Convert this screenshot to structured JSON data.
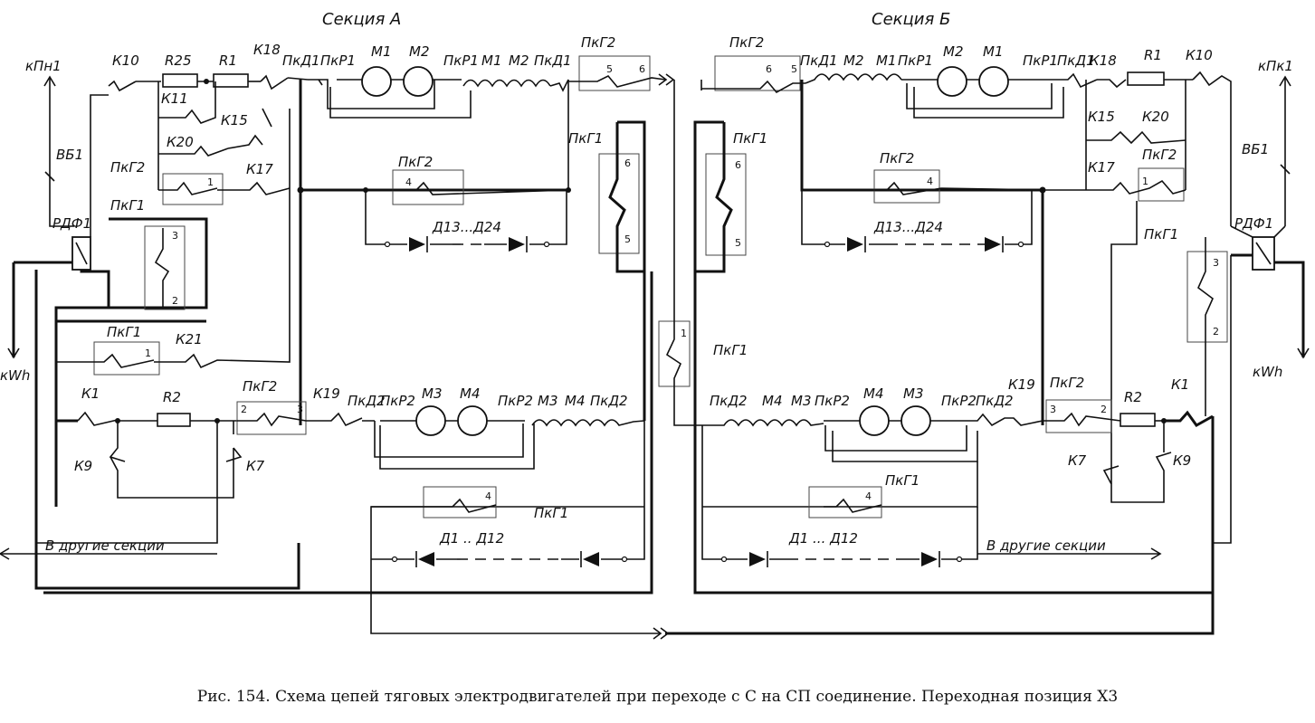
{
  "caption": "Рис. 154. Схема цепей тяговых электродвигателей при переходе с С на СП соединение. Переходная позиция Х3",
  "section_a": {
    "title": "Секция А",
    "ext_top": "кПн1",
    "ext_bottom": "кWh",
    "to_other": "В другие секции",
    "labels": {
      "k10": "К10",
      "r25": "R25",
      "r1": "R1",
      "k18": "К18",
      "k11": "К11",
      "k20": "К20",
      "k15": "К15",
      "k17": "К17",
      "vb1": "ВБ1",
      "pkg2_a": "ПкГ2",
      "pkg1_a": "ПкГ1",
      "rdf1": "РДФ1",
      "pkd1": "ПкД1",
      "pkr1": "ПкР1",
      "m1": "М1",
      "m2": "М2",
      "pkr1_b": "ПкР1",
      "m1_b": "М1",
      "m2_b": "М2",
      "pkd1_b": "ПкД1",
      "pkg2_top": "ПкГ2",
      "pkg1_r": "ПкГ1",
      "pkg2_mid": "ПкГ2",
      "d13": "Д13...Д24",
      "pkg1_k21": "ПкГ1",
      "k21": "К21",
      "k1": "К1",
      "r2": "R2",
      "pkg2_bot": "ПкГ2",
      "k19": "К19",
      "k9": "К9",
      "k7": "К7",
      "pkd2": "ПкД2",
      "pkr2": "ПкР2",
      "m3": "М3",
      "m4": "М4",
      "pkr2_b": "ПкР2",
      "m3_b": "М3",
      "m4_b": "М4",
      "pkd2_b": "ПкД2",
      "pkg1_bot": "ПкГ1",
      "d1": "Д1 .. Д12"
    }
  },
  "section_b": {
    "title": "Секция Б",
    "ext_top": "кПк1",
    "ext_bottom": "кWh",
    "to_other": "В другие секции",
    "labels": {
      "pkg2_top": "ПкГ2",
      "pkd1": "ПкД1",
      "m2": "М2",
      "m1": "М1",
      "pkr1": "ПкР1",
      "m2_b": "М2",
      "m1_b": "М1",
      "pkr1_b": "ПкР1",
      "pkd1_b": "ПкД1",
      "k18": "К18",
      "r1": "R1",
      "k10": "К10",
      "pkg1_l": "ПкГ1",
      "k15": "К15",
      "k20": "К20",
      "pkg2_r": "ПкГ2",
      "k17": "К17",
      "pkg2_mid": "ПкГ2",
      "vb1": "ВБ1",
      "rdf1": "РДФ1",
      "d13": "Д13...Д24",
      "pkg1_r": "ПкГ1",
      "pkg1_mid": "ПкГ1",
      "pkd2": "ПкД2",
      "m4": "М4",
      "m3": "М3",
      "pkr2": "ПкР2",
      "m4_b": "М4",
      "m3_b": "М3",
      "pkr2_b": "ПкР2",
      "pkd2_b": "ПкД2",
      "k19": "К19",
      "pkg2_bot": "ПкГ2",
      "r2": "R2",
      "k1": "К1",
      "k7": "К7",
      "k9": "К9",
      "pkg1_bot": "ПкГ1",
      "d1": "Д1 ... Д12"
    }
  },
  "contact_numbers": {
    "a_pkg2_top_l": "5",
    "a_pkg2_top_r": "6",
    "a_pkg2_k17": "1",
    "a_pkg1_left_t": "3",
    "a_pkg1_left_b": "2",
    "a_pkg1_right_t": "6",
    "a_pkg1_right_b": "5",
    "a_pkg2_mid": "4",
    "a_pkg1_k21": "1",
    "a_pkg2_bot_l": "2",
    "a_pkg2_bot_r": "3",
    "a_pkg1_bot": "4",
    "mid_pkg1": "1",
    "b_pkg2_top_l": "6",
    "b_pkg2_top_r": "5",
    "b_pkg1_left_t": "6",
    "b_pkg1_left_b": "5",
    "b_pkg2_mid": "4",
    "b_pkg2_k17": "1",
    "b_pkg1_right_t": "3",
    "b_pkg1_right_b": "2",
    "b_pkg2_bot_l": "3",
    "b_pkg2_bot_r": "2",
    "b_pkg1_bot": "4"
  }
}
